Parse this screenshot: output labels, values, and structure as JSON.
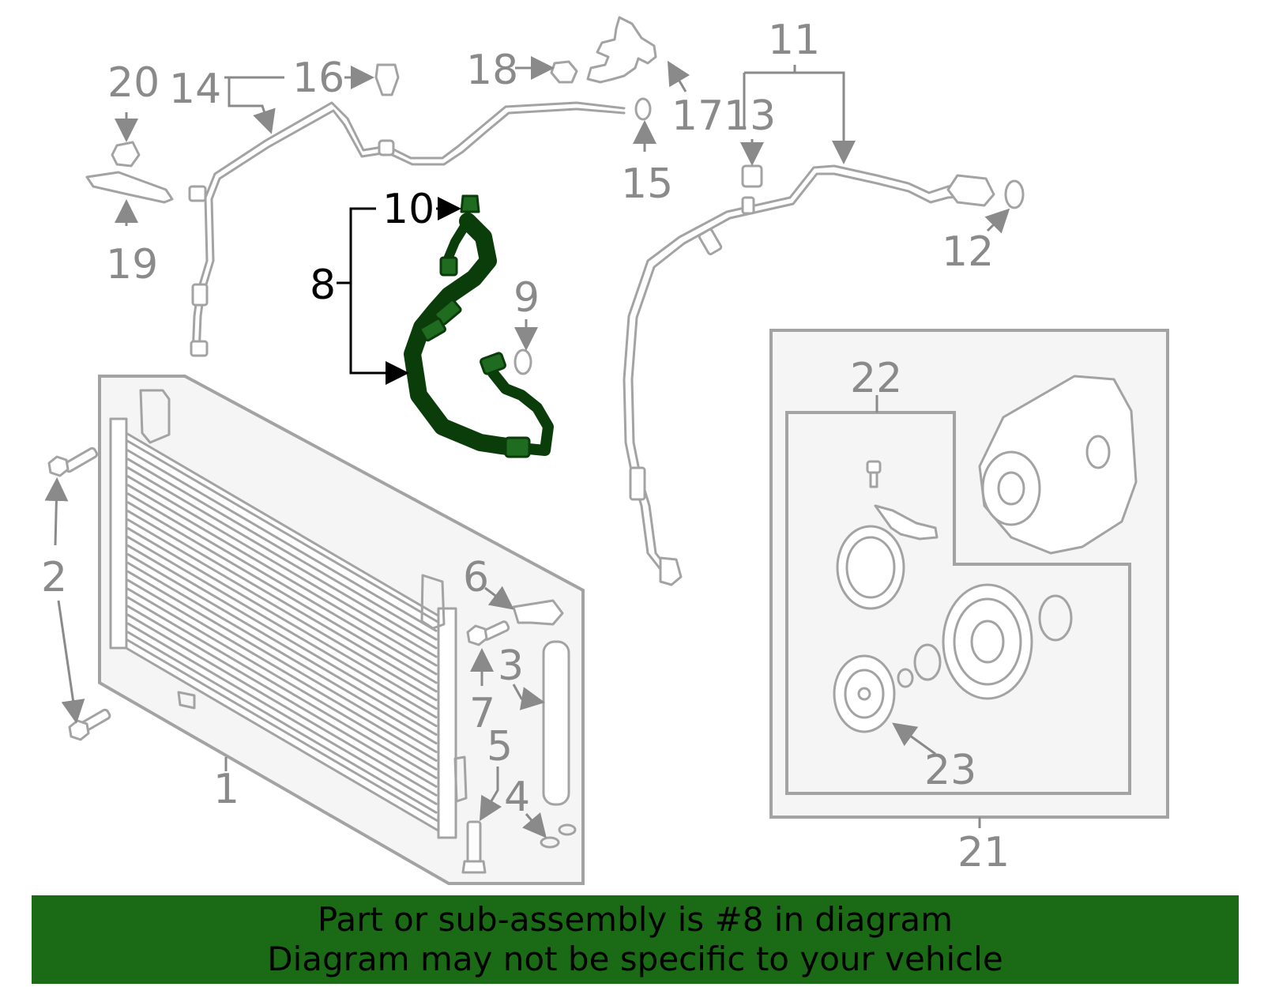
{
  "banner": {
    "line1": "Part or sub-assembly is #8 in diagram",
    "line2": "Diagram may not be specific to your vehicle",
    "background": "#1b6b16"
  },
  "highlight_color": "#1f6b1f",
  "highlighted_callout": "8",
  "callouts": {
    "c1": "1",
    "c2": "2",
    "c3": "3",
    "c4": "4",
    "c5": "5",
    "c6": "6",
    "c7": "7",
    "c8": "8",
    "c9": "9",
    "c10": "10",
    "c11": "11",
    "c12": "12",
    "c13": "13",
    "c14": "14",
    "c15": "15",
    "c16": "16",
    "c17": "17",
    "c18": "18",
    "c19": "19",
    "c20": "20",
    "c21": "21",
    "c22": "22",
    "c23": "23"
  }
}
